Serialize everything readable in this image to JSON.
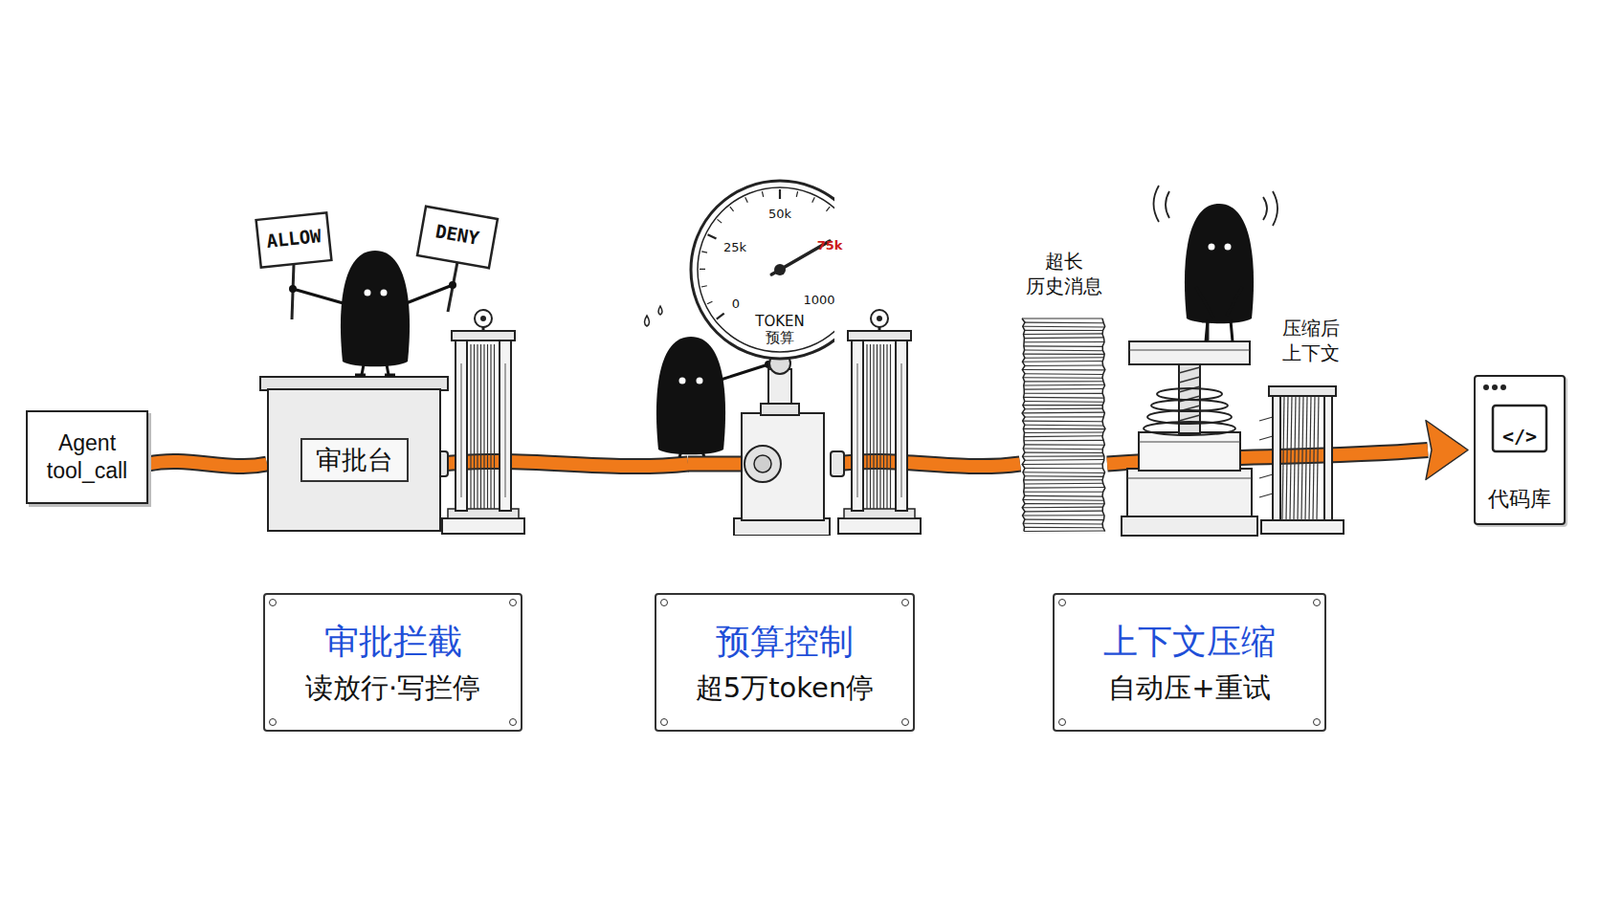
{
  "diagram": {
    "nodes": [
      {
        "text": [
          "Agent tool_call"
        ]
      },
      {
        "text": [
          "审批台"
        ]
      },
      {
        "text": [
          "TOKEN 预算"
        ]
      },
      {
        "text": [
          "超长 历史消息"
        ]
      },
      {
        "text": [
          "代码库"
        ]
      },
      {
        "text": [
          "审批拦截",
          "读放行·写拦停"
        ]
      },
      {
        "text": [
          "预算控制",
          "超5万token停"
        ]
      },
      {
        "text": [
          "上下文压缩",
          "自动压+重试"
        ]
      }
    ],
    "edges": [
      {
        "from": 0,
        "to": 1,
        "arrow": "none"
      },
      {
        "from": 1,
        "to": 2,
        "arrow": "none"
      },
      {
        "from": 2,
        "to": 3,
        "arrow": "none"
      },
      {
        "from": 3,
        "to": 4,
        "arrow": "to"
      }
    ],
    "labels": [
      "ALLOW",
      "DENY",
      "0",
      "25k",
      "50k",
      "75k",
      "1000",
      "压缩后 上下文",
      "</>"
    ]
  }
}
